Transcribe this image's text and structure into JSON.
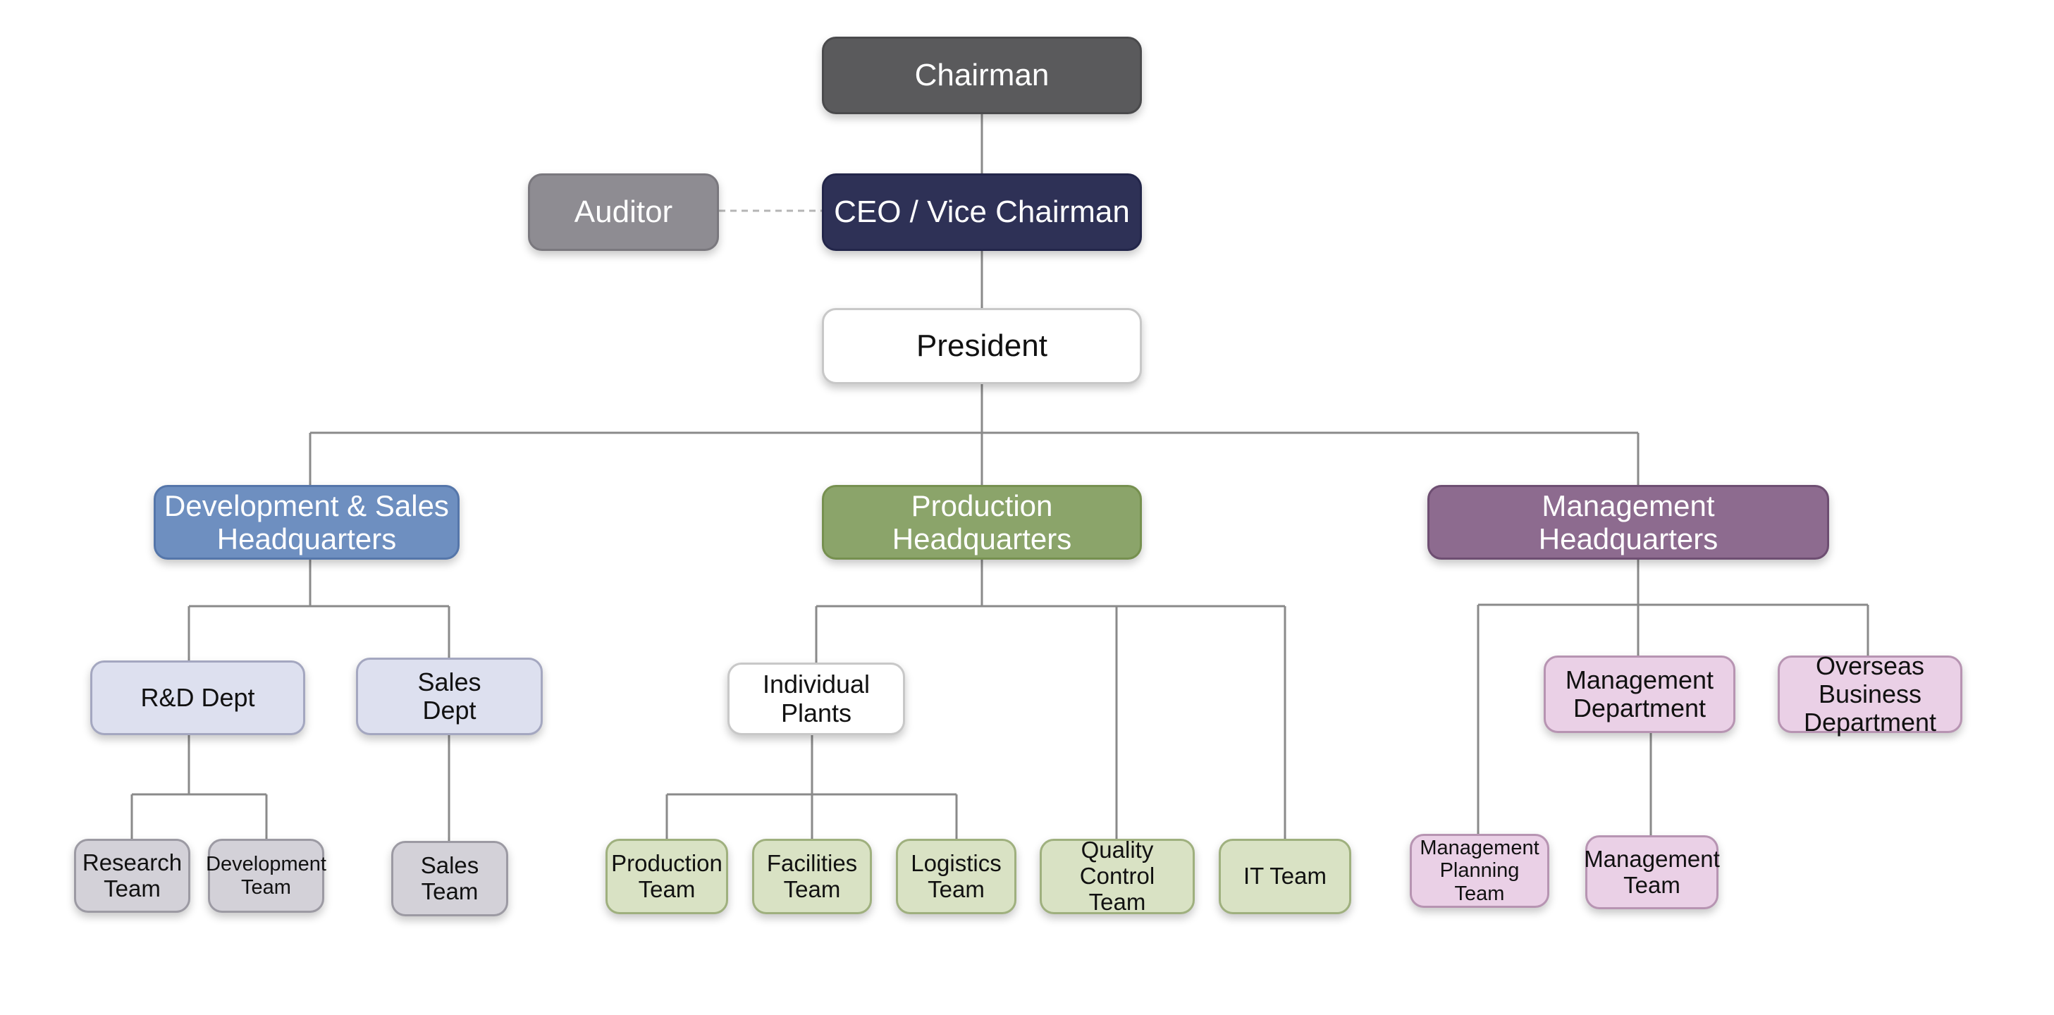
{
  "colors": {
    "line": "#8a8a8a",
    "dashed_line": "#b5b5b5"
  },
  "nodes": {
    "chairman": "Chairman",
    "auditor": "Auditor",
    "ceo": "CEO / Vice Chairman",
    "president": "President",
    "dev_sales_hq": "Development & Sales\nHeadquarters",
    "production_hq": "Production\nHeadquarters",
    "management_hq": "Management\nHeadquarters",
    "rd_dept": "R&D Dept",
    "sales_dept": "Sales\nDept",
    "individual_plants": "Individual Plants",
    "management_department": "Management\nDepartment",
    "overseas_business_department": "Overseas Business\nDepartment",
    "research_team": "Research\nTeam",
    "development_team": "Development\nTeam",
    "sales_team": "Sales\nTeam",
    "production_team": "Production\nTeam",
    "facilities_team": "Facilities\nTeam",
    "logistics_team": "Logistics\nTeam",
    "quality_control_team": "Quality Control\nTeam",
    "it_team": "IT Team",
    "management_planning_team": "Management\nPlanning Team",
    "management_team": "Management\nTeam"
  }
}
